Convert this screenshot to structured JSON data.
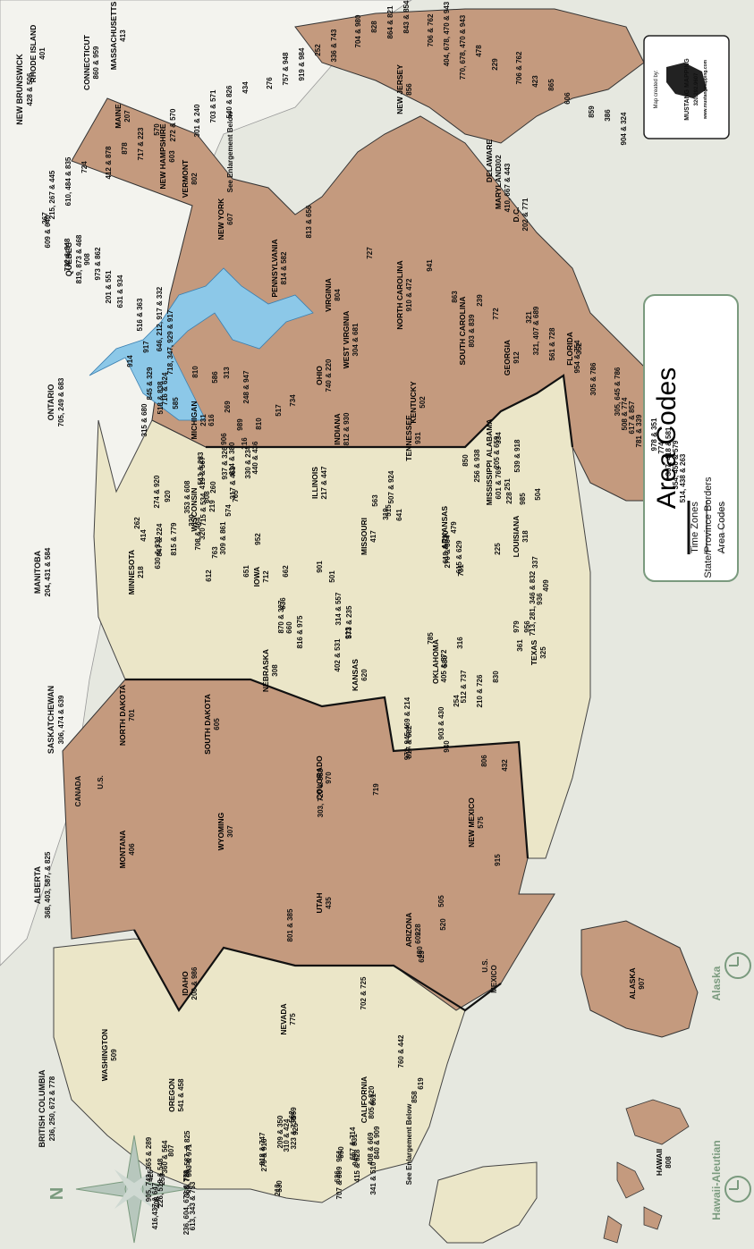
{
  "legend": {
    "title": "Area Codes",
    "items": [
      {
        "label": "Time Zones",
        "style": "thick"
      },
      {
        "label": "State/Province Borders",
        "style": "medium"
      },
      {
        "label": "Area Codes",
        "style": "thin"
      }
    ]
  },
  "credit": {
    "line1": "Map created by:",
    "line2": "MUSTANG MAPPING",
    "line3": "320.292.9607",
    "line4": "www.mustangmapping.com"
  },
  "compass": {
    "label": "N"
  },
  "notes": {
    "see_enlargement_1": "See Enlargement Below",
    "see_enlargement_2": "See Enlargement Below"
  },
  "region_labels": {
    "alaska_tz": "Alaska",
    "hawaii_tz": "Hawaii-Aleutian",
    "us": "U.S.",
    "canada": "CANADA",
    "us2": "U.S.",
    "mexico": "MEXICO"
  },
  "colors": {
    "mountain": "#c49a7e",
    "central": "#ebe6c8",
    "eastern": "#c49a7e",
    "pacific": "#ebe6c8",
    "water": "#8cc8e8",
    "canada": "#f4f4ef",
    "border": "#222222"
  },
  "states": [
    {
      "name": "WASHINGTON",
      "codes": "509"
    },
    {
      "name": "OREGON",
      "codes": "541 & 458"
    },
    {
      "name": "CALIFORNIA",
      "codes": "661"
    },
    {
      "name": "NEVADA",
      "codes": "775"
    },
    {
      "name": "IDAHO",
      "codes": "208 & 986"
    },
    {
      "name": "MONTANA",
      "codes": "406"
    },
    {
      "name": "WYOMING",
      "codes": "307"
    },
    {
      "name": "UTAH",
      "codes": "435"
    },
    {
      "name": "ARIZONA",
      "codes": "928"
    },
    {
      "name": "COLORADO",
      "codes": "970"
    },
    {
      "name": "NEW MEXICO",
      "codes": "575"
    },
    {
      "name": "NORTH DAKOTA",
      "codes": "701"
    },
    {
      "name": "SOUTH DAKOTA",
      "codes": "605"
    },
    {
      "name": "NEBRASKA",
      "codes": "308"
    },
    {
      "name": "KANSAS",
      "codes": "620"
    },
    {
      "name": "OKLAHOMA",
      "codes": "580"
    },
    {
      "name": "TEXAS",
      "codes": "325"
    },
    {
      "name": "MINNESOTA",
      "codes": "218"
    },
    {
      "name": "IOWA",
      "codes": "712"
    },
    {
      "name": "MISSOURI",
      "codes": "417"
    },
    {
      "name": "ARKANSAS",
      "codes": "479"
    },
    {
      "name": "LOUISIANA",
      "codes": "318"
    },
    {
      "name": "WISCONSIN",
      "codes": "715 & 534"
    },
    {
      "name": "ILLINOIS",
      "codes": "217 & 447"
    },
    {
      "name": "MISSISSIPPI",
      "codes": "601 & 769"
    },
    {
      "name": "MICHIGAN",
      "codes": "231"
    },
    {
      "name": "INDIANA",
      "codes": "812 & 930"
    },
    {
      "name": "KENTUCKY",
      "codes": "502"
    },
    {
      "name": "TENNESSEE",
      "codes": "931"
    },
    {
      "name": "ALABAMA",
      "codes": "334"
    },
    {
      "name": "OHIO",
      "codes": "740 & 220"
    },
    {
      "name": "GEORGIA",
      "codes": "912"
    },
    {
      "name": "FLORIDA",
      "codes": "352"
    },
    {
      "name": "WEST VIRGINIA",
      "codes": "304 & 681"
    },
    {
      "name": "VIRGINIA",
      "codes": "804"
    },
    {
      "name": "NORTH CAROLINA",
      "codes": "910 & 472"
    },
    {
      "name": "SOUTH CAROLINA",
      "codes": "803 & 839"
    },
    {
      "name": "PENNSYLVANIA",
      "codes": "814 & 582"
    },
    {
      "name": "NEW YORK",
      "codes": "607"
    },
    {
      "name": "VERMONT",
      "codes": "802"
    },
    {
      "name": "NEW HAMPSHIRE",
      "codes": "603"
    },
    {
      "name": "MAINE",
      "codes": "207"
    },
    {
      "name": "MASSACHUSETTS",
      "codes": "413"
    },
    {
      "name": "CONNECTICUT",
      "codes": "860 & 959"
    },
    {
      "name": "RHODE ISLAND",
      "codes": "401"
    },
    {
      "name": "NEW JERSEY",
      "codes": "856"
    },
    {
      "name": "DELAWARE",
      "codes": "302"
    },
    {
      "name": "MARYLAND",
      "codes": "410, 667 & 443"
    },
    {
      "name": "D.C.",
      "codes": "202 & 771"
    },
    {
      "name": "ALASKA",
      "codes": "907"
    },
    {
      "name": "HAWAII",
      "codes": "808"
    }
  ],
  "provinces": [
    {
      "name": "BRITISH COLUMBIA",
      "codes": "236, 250, 672 & 778"
    },
    {
      "name": "ALBERTA",
      "codes": "368, 403, 587, & 825"
    },
    {
      "name": "SASKATCHEWAN",
      "codes": "306, 474 & 639"
    },
    {
      "name": "MANITOBA",
      "codes": "204, 431 & 584"
    },
    {
      "name": "ONTARIO",
      "codes": "705, 249 & 683"
    },
    {
      "name": "QUÉBEC",
      "codes": "819, 873 & 468"
    },
    {
      "name": "NEW BRUNSWICK",
      "codes": "428 & 506"
    }
  ],
  "codes": [
    "236, 604, 672 & 778",
    "206",
    "425",
    "253",
    "360 & 564",
    "503 & 971",
    "707 & 369",
    "530",
    "279 & 916",
    "209 & 350",
    "925",
    "559",
    "831",
    "408 & 669",
    "650",
    "415 & 628",
    "341 & 510",
    "805 & 820",
    "858",
    "619",
    "760 & 442",
    "702 & 725",
    "801 & 385",
    "623",
    "480",
    "602",
    "520",
    "505",
    "719",
    "303, 720 & 983",
    "915",
    "432",
    "806",
    "940",
    "817 & 682",
    "972, 945 469 & 214",
    "903 & 430",
    "254",
    "512 & 737",
    "210 & 726",
    "830",
    "361",
    "956",
    "979",
    "713, 281, 346 & 832",
    "936",
    "409",
    "337",
    "225",
    "985",
    "504",
    "228",
    "251",
    "205 & 659",
    "256 & 938",
    "850",
    "539 & 918",
    "405 & 572",
    "316",
    "785",
    "913",
    "402 & 531",
    "816 & 975",
    "660",
    "573 & 235",
    "314 & 557",
    "636",
    "870 & 327",
    "501",
    "662",
    "901",
    "731",
    "615 & 629",
    "270 & 364",
    "618 & 730",
    "641",
    "515",
    "319",
    "563",
    "507 & 924",
    "651",
    "612",
    "763",
    "952",
    "320",
    "320",
    "608",
    "353 & 608",
    "920",
    "274 & 920",
    "262",
    "414",
    "847 & 224",
    "630 & 331",
    "815 & 779",
    "708 & 464",
    "309 & 861",
    "219",
    "574",
    "765",
    "317 & 463",
    "260",
    "419 & 567",
    "513 & 283",
    "937 & 326",
    "614 & 380",
    "330 & 234",
    "440 & 436",
    "216",
    "906",
    "989",
    "616",
    "269",
    "517",
    "810",
    "734",
    "248 & 947",
    "313",
    "586",
    "810",
    "585",
    "716 & 624",
    "315 & 680",
    "518 & 838",
    "845 & 329",
    "914",
    "917",
    "718, 347, 929 & 917",
    "646, 212, 917 & 332",
    "516 & 363",
    "631 & 934",
    "201 & 551",
    "973 & 862",
    "908",
    "732 & 848",
    "609 & 640",
    "267",
    "215, 267 & 445",
    "610, 484 & 835",
    "724",
    "412 & 878",
    "878",
    "717 & 223",
    "570",
    "272 & 570",
    "301 & 240",
    "703 & 571",
    "540 & 826",
    "434",
    "276",
    "757 & 948",
    "919 & 984",
    "252",
    "336 & 743",
    "704 & 980",
    "828",
    "864 & 821",
    "843 & 854",
    "706 & 762",
    "404, 678, 470 & 943",
    "770, 678, 470 & 943",
    "478",
    "229",
    "706 & 762",
    "423",
    "865",
    "606",
    "859",
    "386",
    "904 & 324",
    "813 & 656",
    "727",
    "941",
    "863",
    "239",
    "772",
    "321",
    "321, 407 & 689",
    "561 & 728",
    "954 & 754",
    "305 & 786",
    "305, 645 & 786",
    "508 & 774",
    "617 & 857",
    "781 & 339",
    "978 & 351",
    "774",
    "367, 418 & 581",
    "354, 450 & 579",
    "514, 438 & 263",
    "613, 343 & 753",
    "416,437 & 647",
    "905, 742, 365 & 289",
    "226, 519 & 548",
    "807",
    "368, 780, 587, & 825",
    "626",
    "213",
    "818 & 747",
    "310 & 424",
    "323 & 738",
    "562",
    "657 & 714",
    "840 & 909",
    "951",
    "949"
  ]
}
